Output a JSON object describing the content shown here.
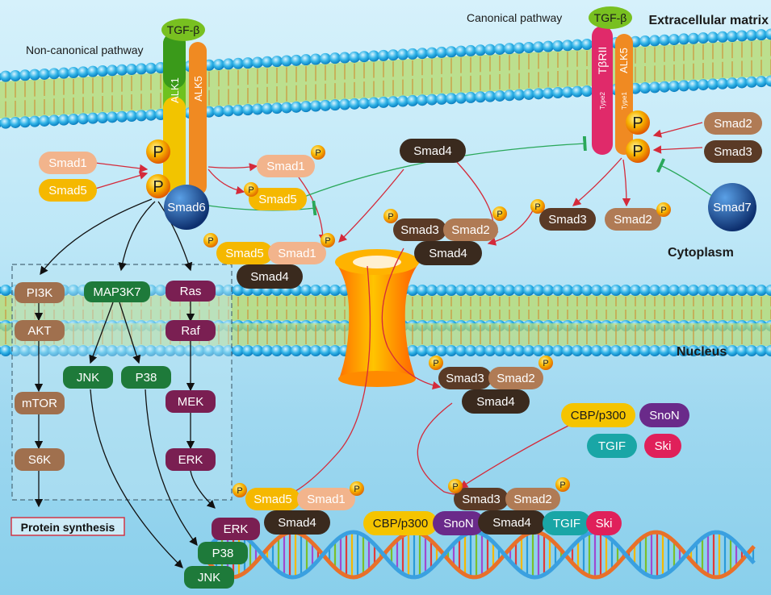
{
  "regions": {
    "extracellular": "Extracellular matrix",
    "cytoplasm": "Cytoplasm",
    "nucleus": "Nucleus"
  },
  "pathways": {
    "non_canonical": "Non-canonical pathway",
    "canonical": "Canonical pathway"
  },
  "receptors": {
    "ligand_left": "TGF-β",
    "ligand_right": "TGF-β",
    "alk1": "ALK1",
    "alk5_left": "ALK5",
    "tbrii": "TβRII",
    "alk5_right": "ALK5",
    "type2": "Type2",
    "type1": "Type1"
  },
  "phospho": "P",
  "molecules": {
    "smad1": "Smad1",
    "smad2": "Smad2",
    "smad3": "Smad3",
    "smad4": "Smad4",
    "smad5": "Smad5",
    "smad6": "Smad6",
    "smad7": "Smad7",
    "pi3k": "PI3K",
    "akt": "AKT",
    "mtor": "mTOR",
    "s6k": "S6K",
    "map3k7": "MAP3K7",
    "jnk": "JNK",
    "p38": "P38",
    "ras": "Ras",
    "raf": "Raf",
    "mek": "MEK",
    "erk": "ERK",
    "cbp": "CBP/p300",
    "snon": "SnoN",
    "tgif": "TGIF",
    "ski": "Ski"
  },
  "outcome": "Protein synthesis",
  "colors": {
    "smad1": "#f2b48c",
    "smad5": "#f5b800",
    "smad2": "#b07b55",
    "smad3": "#5a3a26",
    "smad4": "#3a2a1e",
    "smad6": "#1d4e9a",
    "pi3k_chain": "#a0704e",
    "map3k7": "#1e7a3a",
    "ras_chain": "#7a1f52",
    "cbp": "#f5c400",
    "snon": "#6a2a8a",
    "tgif": "#19a6a6",
    "ski": "#e0205a",
    "activation_arrow": "#d42a3a",
    "inhibition_line": "#2aa85a"
  }
}
